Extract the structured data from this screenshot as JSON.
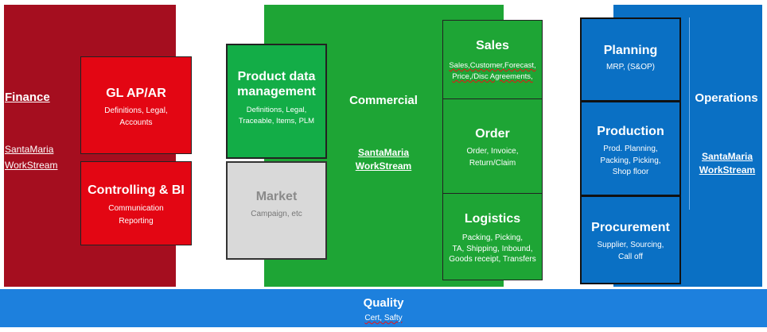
{
  "finance": {
    "title": "Finance",
    "workstream": [
      "SantaMaria",
      "WorkStream"
    ],
    "gl": {
      "title": "GL AP/AR",
      "lines": [
        "Definitions, Legal,",
        "Accounts"
      ]
    },
    "controlling": {
      "title": "Controlling & BI",
      "lines": [
        "Communication",
        "Reporting"
      ]
    }
  },
  "product": {
    "title": [
      "Product data",
      "management"
    ],
    "lines": [
      "Definitions, Legal,",
      "Traceable, Items, PLM"
    ]
  },
  "market": {
    "title": "Market",
    "line": "Campaign, etc"
  },
  "commercial": {
    "title": "Commercial",
    "workstream": [
      "SantaMaria",
      "WorkStream"
    ],
    "sales": {
      "title": "Sales",
      "lines": [
        "Sales,Customer,Forecast,",
        "Price,/Disc Agreements,"
      ]
    },
    "order": {
      "title": "Order",
      "lines": [
        "Order, Invoice,",
        "Return/Claim"
      ]
    },
    "logistics": {
      "title": "Logistics",
      "lines": [
        "Packing, Picking,",
        "TA, Shipping, Inbound,",
        "Goods receipt, Transfers"
      ]
    }
  },
  "operations": {
    "title": "Operations",
    "workstream": [
      "SantaMaria",
      "WorkStream"
    ],
    "planning": {
      "title": "Planning",
      "lines": [
        "MRP, (S&OP)"
      ]
    },
    "production": {
      "title": "Production",
      "lines": [
        "Prod. Planning,",
        "Packing, Picking,",
        "Shop floor"
      ]
    },
    "procurement": {
      "title": "Procurement",
      "lines": [
        "Supplier, Sourcing,",
        "Call off"
      ]
    }
  },
  "quality": {
    "title": "Quality",
    "line": "Cert, Safty"
  },
  "colors": {
    "finance": "#a50e1f",
    "finance_box": "#e30613",
    "commercial": "#1ea535",
    "product_box": "#13ad47",
    "market_box": "#d9d9d9",
    "operations": "#0a70c4",
    "quality": "#1d80dd"
  }
}
